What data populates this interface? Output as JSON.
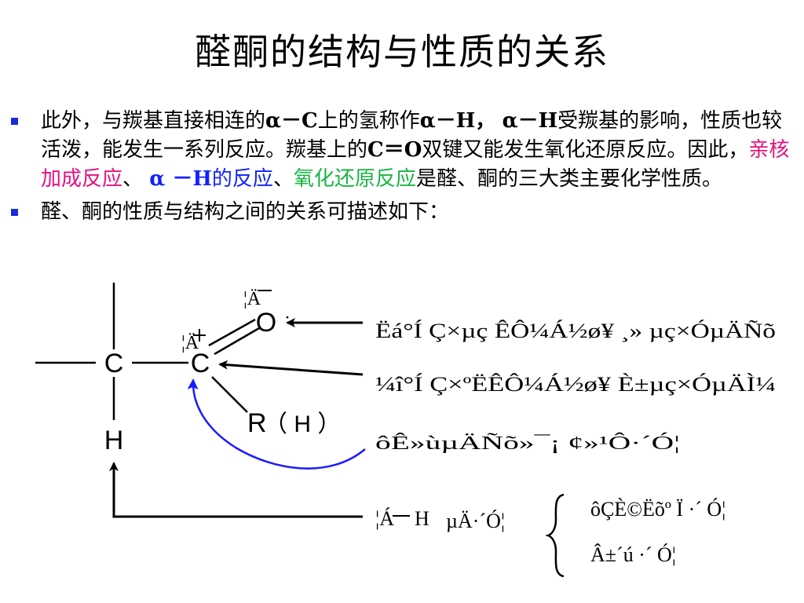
{
  "title": "醛酮的结构与性质的关系",
  "bullets": [
    {
      "parts": [
        {
          "text": "此外，与羰基直接相连的"
        },
        {
          "text": "α－C",
          "style": "bold"
        },
        {
          "text": "上的氢称作"
        },
        {
          "text": "α－H，",
          "style": "bold"
        },
        {
          "text": " "
        },
        {
          "text": "α－H",
          "style": "bold"
        },
        {
          "text": "受羰基的影响，性质也较活泼，能发生一系列反应。羰基上的"
        },
        {
          "text": "C＝O",
          "style": "bold"
        },
        {
          "text": "双键又能发生氧化还原反应。因此，"
        },
        {
          "text": "亲核加成反应",
          "style": "red"
        },
        {
          "text": "、 "
        },
        {
          "text": "α －H",
          "style": "blue-bold"
        },
        {
          "text": "的反应",
          "style": "blue"
        },
        {
          "text": "、"
        },
        {
          "text": "氧化还原反应",
          "style": "green"
        },
        {
          "text": "是醛、酮的三大类主要化学性质。"
        }
      ]
    },
    {
      "parts": [
        {
          "text": "醛、酮的性质与结构之间的关系可描述如下："
        }
      ]
    }
  ],
  "diagram": {
    "atoms": {
      "c_left": "C",
      "c_right": "C",
      "oxygen": "O",
      "hydrogen": "H",
      "r_group": "R",
      "r_h": "（ H ）"
    },
    "marks": {
      "delta_o": "¦Ä",
      "delta_c": "¦Ä",
      "o_dot": "·",
      "sign_o": "−",
      "sign_c": "+"
    },
    "labels": {
      "line1": "Ëá°Í Ç×µç ÊÔ¼Á½ø¥ ¸» µç×ÓµÄÑõ",
      "line2": "¼î°Í Ç×ºËÊÔ¼Á½ø¥ È±µç×ÓµÄÌ¼",
      "line3": "ôÊ»ùµÄÑõ»¯¡ ¢»¹Ô­·´Ó¦",
      "line4a": "¦Á",
      "line4b": "H",
      "line4c": "µÄ·´Ó¦",
      "brace_top": "ôÇÈ©Ëõº Ï ·´ Ó¦",
      "brace_bottom": "Â±´ú ·´ Ó¦"
    }
  },
  "colors": {
    "bullet": "#1a2dd6",
    "red": "#e6117f",
    "blue": "#1022ff",
    "green": "#19b544",
    "curve": "#1a1aff"
  }
}
